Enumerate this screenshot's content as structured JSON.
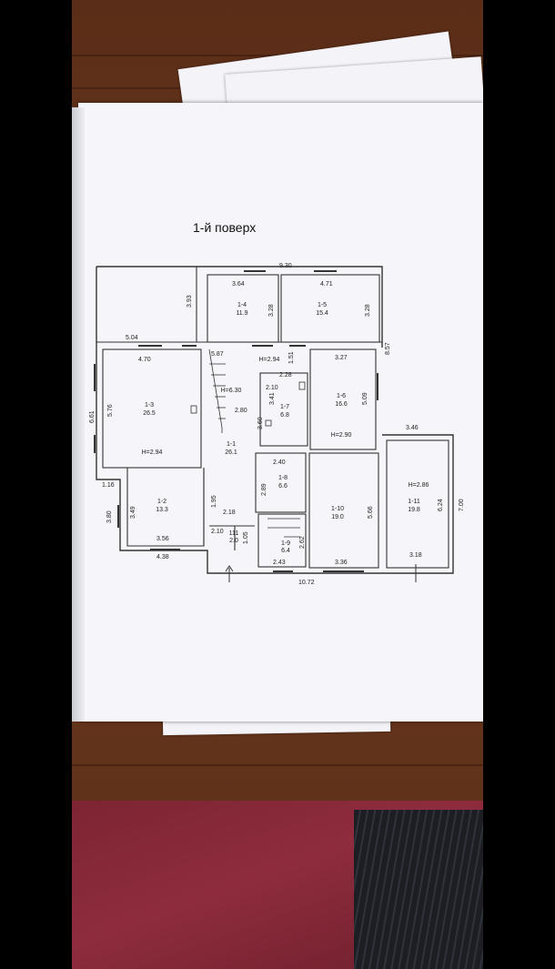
{
  "floor_title": "1-й поверх",
  "dimensions": {
    "total_width_top": "9.30",
    "total_width_bottom": "10.72",
    "left_top": "5.04",
    "height_outer_right": "8.57",
    "height_left": "6.61",
    "r14_w": "3.64",
    "r15_w": "4.71",
    "r_left_h": "3.93",
    "r14_h": "3.28",
    "r15_h": "3.28",
    "r13_w": "4.70",
    "r13_h": "5.76",
    "hall_w": "5.87",
    "hall_151": "1.51",
    "r16_w": "3.27",
    "r16_h": "5.09",
    "r17_top": "2.28",
    "r17_w": "2.10",
    "r17_h": "3.41",
    "hall_280": "2.80",
    "hall_360": "3.60",
    "ext_346": "3.46",
    "r18_w": "2.40",
    "r18_h": "2.89",
    "left_116": "1.16",
    "r12_h": "3.49",
    "left_380": "3.80",
    "r12_w": "3.56",
    "r12_w_bottom": "4.38",
    "hall_195": "1.95",
    "hall_218": "2.18",
    "r111_w": "2.10",
    "r111_h": "1.05",
    "r19_h": "2.62",
    "r19_w": "2.43",
    "r110_w": "3.36",
    "r110_h": "5.66",
    "r111b_w": "3.18",
    "r111b_h": "6.24",
    "ext_700": "7.00"
  },
  "rooms": [
    {
      "id": "1-4",
      "area": "11.9"
    },
    {
      "id": "1-5",
      "area": "15.4"
    },
    {
      "id": "1-3",
      "area": "26.5",
      "height": "H=2.94"
    },
    {
      "id": "1-1",
      "area": "26.1",
      "height": "H=6.30"
    },
    {
      "id": "1-7",
      "area": "6.8"
    },
    {
      "id": "1-6",
      "area": "16.6",
      "height": "H=2.90"
    },
    {
      "id": "1-8",
      "area": "6.6"
    },
    {
      "id": "1-2",
      "area": "13.3"
    },
    {
      "id": "1-10",
      "area": "19.0"
    },
    {
      "id": "1-11",
      "area": "19.8",
      "height": "H=2.86"
    },
    {
      "id": "1-9",
      "area": "6.4"
    },
    {
      "id": "111",
      "area": "2.0"
    }
  ],
  "hall_height": "H=2.94"
}
